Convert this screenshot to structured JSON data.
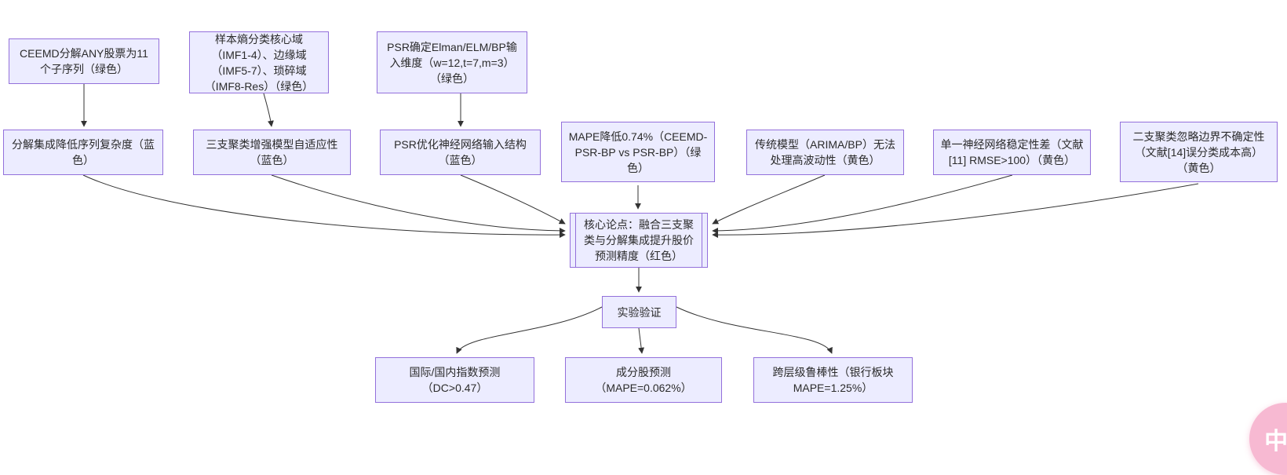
{
  "diagram": {
    "nodes": [
      {
        "id": "ceemd",
        "label": "CEEMD分解ANY股票为11个子序列（绿色）"
      },
      {
        "id": "sample-entropy",
        "label": "样本熵分类核心域（IMF1-4）、边缘域（IMF5-7）、琐碎域（IMF8-Res）（绿色）"
      },
      {
        "id": "psr-input",
        "label": "PSR确定Elman/ELM/BP输入维度（w=12,t=7,m=3）（绿色）"
      },
      {
        "id": "decomp",
        "label": "分解集成降低序列复杂度（蓝色）"
      },
      {
        "id": "three-way",
        "label": "三支聚类增强模型自适应性（蓝色）"
      },
      {
        "id": "psr-opt",
        "label": "PSR优化神经网络输入结构（蓝色）"
      },
      {
        "id": "mape-gain",
        "label": "MAPE降低0.74%（CEEMD-PSR-BP vs PSR-BP）（绿色）"
      },
      {
        "id": "traditional",
        "label": "传统模型（ARIMA/BP）无法处理高波动性（黄色）"
      },
      {
        "id": "single-nn",
        "label": "单一神经网络稳定性差（文献[11] RMSE>100）（黄色）"
      },
      {
        "id": "two-way",
        "label": "二支聚类忽略边界不确定性（文献[14]误分类成本高）（黄色）"
      },
      {
        "id": "core-thesis",
        "label": "核心论点：融合三支聚类与分解集成提升股价预测精度（红色）"
      },
      {
        "id": "experiment",
        "label": "实验验证"
      },
      {
        "id": "index-pred",
        "label": "国际/国内指数预测（DC>0.47）"
      },
      {
        "id": "stock-pred",
        "label": "成分股预测（MAPE=0.062%）"
      },
      {
        "id": "robustness",
        "label": "跨层级鲁棒性（银行板块 MAPE=1.25%）"
      }
    ]
  },
  "translate_button": {
    "label": "中A"
  },
  "colors": {
    "node_fill": "#ECECFF",
    "node_border": "#9370DB",
    "edge": "#333333",
    "text": "#2b2b2b",
    "translate_pink": "#f7b9d2"
  }
}
